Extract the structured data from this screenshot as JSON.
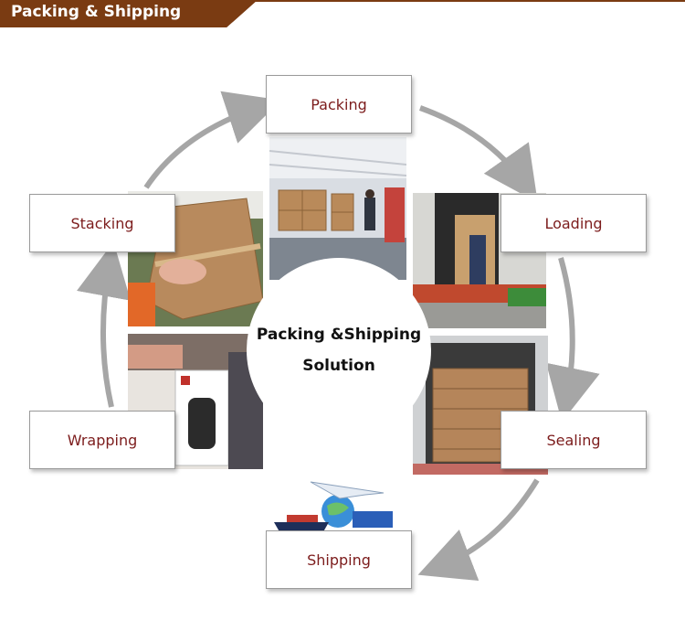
{
  "banner": {
    "title": "Packing & Shipping"
  },
  "center": {
    "line1": "Packing &Shipping",
    "line2": "Solution"
  },
  "steps": {
    "packing": "Packing",
    "loading": "Loading",
    "sealing": "Sealing",
    "shipping": "Shipping",
    "wrapping": "Wrapping",
    "stacking": "Stacking"
  },
  "colors": {
    "banner": "#7a3b12",
    "label": "#7c1c1c",
    "arrow": "#a6a6a6"
  }
}
